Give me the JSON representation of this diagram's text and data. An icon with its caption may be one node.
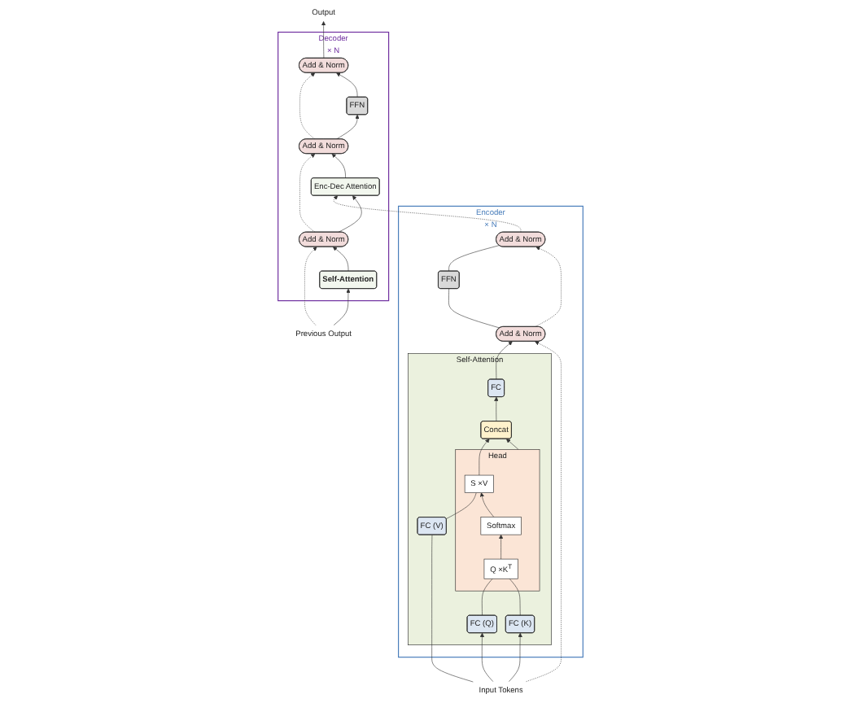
{
  "diagram": {
    "nodes": [
      {
        "text": [
          "Encoder"
        ],
        "beside": [
          "× N"
        ]
      },
      {
        "text": [
          "Add & Norm"
        ],
        "in": 0
      },
      {
        "text": [
          "FFN"
        ],
        "in": 0
      },
      {
        "text": [
          "Add & Norm"
        ],
        "in": 0
      },
      {
        "text": [
          "Self-Attention"
        ],
        "in": 0
      },
      {
        "text": [
          "FC"
        ],
        "in": 4
      },
      {
        "text": [
          "Concat"
        ],
        "in": 4
      },
      {
        "text": [
          "Head"
        ],
        "in": 4
      },
      {
        "text": [
          "S ×V"
        ],
        "in": 7
      },
      {
        "text": [
          "Softmax"
        ],
        "in": 7
      },
      {
        "text": [
          "Q ×K$^{T}$"
        ],
        "in": 7
      },
      {
        "text": [
          "FC (Q)"
        ],
        "in": 4
      },
      {
        "text": [
          "FC (K)"
        ],
        "in": 4
      },
      {
        "text": [
          "FC (V)"
        ],
        "in": 4
      },
      {
        "text": [
          "Input Tokens"
        ]
      },
      {
        "text": [
          "Decoder"
        ],
        "beside": [
          "× N"
        ]
      },
      {
        "text": [
          "Add & Norm"
        ],
        "in": 15
      },
      {
        "text": [
          "FFN"
        ],
        "in": 15
      },
      {
        "text": [
          "Add & Norm"
        ],
        "in": 15
      },
      {
        "text": [
          "Enc-Dec Attention"
        ],
        "in": 15
      },
      {
        "text": [
          "Add & Norm"
        ],
        "in": 15
      },
      {
        "text": [
          "Self-Attention"
        ],
        "in": 15
      },
      {
        "text": [
          "Output"
        ]
      },
      {
        "text": [
          "Previous Output"
        ]
      }
    ],
    "edges": [
      {
        "from": 14,
        "to": 11,
        "arrow": "to"
      },
      {
        "from": 14,
        "to": 12,
        "arrow": "to"
      },
      {
        "from": 14,
        "to": 13,
        "arrow": "none"
      },
      {
        "from": 11,
        "to": 10,
        "arrow": "none"
      },
      {
        "from": 12,
        "to": 10,
        "arrow": "none"
      },
      {
        "from": 13,
        "to": 8,
        "arrow": "none"
      },
      {
        "from": 10,
        "to": 9,
        "arrow": "to"
      },
      {
        "from": 9,
        "to": 8,
        "arrow": "to"
      },
      {
        "from": 8,
        "to": 6,
        "arrow": "to"
      },
      {
        "from": 7,
        "to": 6,
        "arrow": "to"
      },
      {
        "from": 6,
        "to": 5,
        "arrow": "to"
      },
      {
        "from": 5,
        "to": 3,
        "arrow": "to"
      },
      {
        "from": 14,
        "to": 3,
        "arrow": "to",
        "style": "dashed"
      },
      {
        "from": 3,
        "to": 2,
        "arrow": "none"
      },
      {
        "from": 2,
        "to": 1,
        "arrow": "none"
      },
      {
        "from": 3,
        "to": 1,
        "arrow": "to",
        "style": "dashed"
      },
      {
        "from": 1,
        "to": 19,
        "arrow": "to",
        "style": "dashed"
      },
      {
        "from": 23,
        "to": 21,
        "arrow": "to"
      },
      {
        "from": 23,
        "to": 20,
        "arrow": "to",
        "style": "dashed"
      },
      {
        "from": 21,
        "to": 20,
        "arrow": "to"
      },
      {
        "from": 20,
        "to": 19,
        "arrow": "to"
      },
      {
        "from": 20,
        "to": 18,
        "arrow": "to",
        "style": "dashed"
      },
      {
        "from": 19,
        "to": 18,
        "arrow": "to"
      },
      {
        "from": 18,
        "to": 17,
        "arrow": "to"
      },
      {
        "from": 18,
        "to": 16,
        "arrow": "to",
        "style": "dashed"
      },
      {
        "from": 17,
        "to": 16,
        "arrow": "to"
      },
      {
        "from": 16,
        "to": 22,
        "arrow": "to"
      }
    ]
  }
}
